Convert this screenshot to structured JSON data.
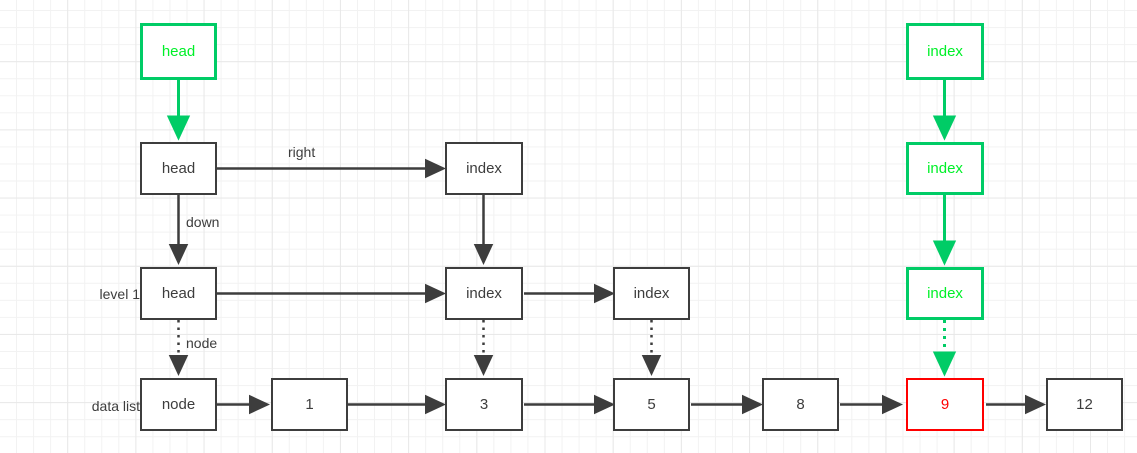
{
  "diagram": {
    "title": "skip-list-structure",
    "colors": {
      "dark": "#3d3d3d",
      "green_border": "#00cc66",
      "green_text": "#00f029",
      "red": "#ff0000",
      "grid_minor": "#f2f2f2",
      "grid_major": "#e8e8e8",
      "background": "#ffffff"
    }
  },
  "row_labels": [
    {
      "id": "level1",
      "text": "level 1"
    },
    {
      "id": "datalist",
      "text": "data list"
    }
  ],
  "edge_labels": [
    {
      "id": "right",
      "text": "right"
    },
    {
      "id": "down",
      "text": "down"
    },
    {
      "id": "node",
      "text": "node"
    }
  ],
  "nodes": {
    "top_pointer_head": {
      "label": "head",
      "style": "green"
    },
    "level2_head": {
      "label": "head",
      "style": "dark"
    },
    "level2_index1": {
      "label": "index",
      "style": "dark"
    },
    "level1_head": {
      "label": "head",
      "style": "dark"
    },
    "level1_index1": {
      "label": "index",
      "style": "dark"
    },
    "level1_index2": {
      "label": "index",
      "style": "dark"
    },
    "new_index_pointer": {
      "label": "index",
      "style": "green"
    },
    "new_index_level2": {
      "label": "index",
      "style": "green"
    },
    "new_index_level1": {
      "label": "index",
      "style": "green"
    },
    "data_node": {
      "label": "node",
      "style": "dark"
    },
    "data_1": {
      "label": "1",
      "style": "dark"
    },
    "data_3": {
      "label": "3",
      "style": "dark"
    },
    "data_5": {
      "label": "5",
      "style": "dark"
    },
    "data_8": {
      "label": "8",
      "style": "dark"
    },
    "data_9": {
      "label": "9",
      "style": "red"
    },
    "data_12": {
      "label": "12",
      "style": "dark"
    }
  }
}
